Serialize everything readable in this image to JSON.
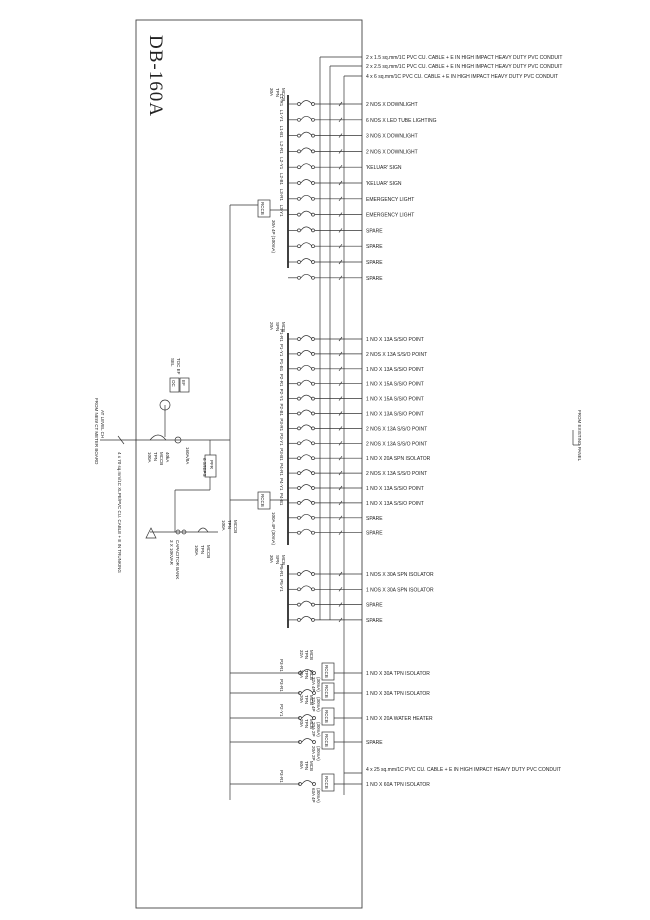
{
  "board": {
    "title": "DB-160A",
    "incomer_label": "4 x 70 sq.mm/1C XLPE/PVC CU. CABLE + E IN TRUNKING",
    "supply_from": [
      "FROM NEW CT METER BOARD",
      "AT LEVEL CH"
    ],
    "main_breaker": [
      "100A",
      "TPN",
      "MCCB",
      "40kA"
    ],
    "ct_label": "160A/8A",
    "meter_label": [
      "SEL",
      "DC",
      "EF",
      "TOC EF",
      "OC"
    ],
    "pfr_label": [
      "6 STEPS",
      "PFR"
    ],
    "capacitor_breaker": [
      "100A",
      "TPN",
      "MCCB"
    ],
    "capacitor_label": [
      "3 X 10KVAR",
      "CAPACITOR BANK"
    ],
    "existing_panel": "FROM EXISTING PANEL"
  },
  "conduit_notes": [
    "2 x 1.5 sq.mm/1C PVC CU. CABLE + E IN HIGH IMPACT HEAVY DUTY PVC CONDUIT",
    "2 x 2.5 sq.mm/1C PVC CU. CABLE + E IN HIGH IMPACT HEAVY DUTY PVC CONDUIT",
    "4 x 6 sq.mm/1C PVC CU. CABLE + E IN HIGH IMPACT HEAVY DUTY PVC CONDUIT"
  ],
  "group1": {
    "breaker": [
      "30A",
      "TPN",
      "MCCB"
    ],
    "rccb": "RCCB",
    "rccb_rating": "30A 4P (100mA)",
    "circuits": [
      {
        "ref": "L1-R1",
        "load": "2 NOS X DOWNLIGHT"
      },
      {
        "ref": "L1-Y1",
        "load": "6 NOS X LED TUBE LIGHTING"
      },
      {
        "ref": "L1-B1",
        "load": "3 NOS X DOWNLIGHT"
      },
      {
        "ref": "L2-R1",
        "load": "2 NOS X DOWNLIGHT"
      },
      {
        "ref": "L2-Y1",
        "load": "'KELUAR' SIGN"
      },
      {
        "ref": "L2-B1",
        "load": "'KELUAR' SIGN"
      },
      {
        "ref": "L3-R1",
        "load": "EMERGENCY LIGHT"
      },
      {
        "ref": "L3-Y1",
        "load": "EMERGENCY LIGHT"
      },
      {
        "ref": "",
        "load": "SPARE"
      },
      {
        "ref": "",
        "load": "SPARE"
      },
      {
        "ref": "",
        "load": "SPARE"
      },
      {
        "ref": "",
        "load": "SPARE"
      }
    ]
  },
  "group2": {
    "breaker": [
      "20A",
      "SPN",
      "MCB"
    ],
    "main": [
      "100A",
      "TPN",
      "MCCB"
    ],
    "rccb": "RCCB",
    "rccb_rating": "100A 4P (30mA)",
    "circuits": [
      {
        "ref": "P1-R1",
        "load": "1 NO X 13A S/S/O POINT"
      },
      {
        "ref": "P1-Y1",
        "load": "2 NOS X 13A S/S/O POINT"
      },
      {
        "ref": "P1-B1",
        "load": "1 NO X 13A S/S/O POINT"
      },
      {
        "ref": "P2-R1",
        "load": "1 NO X 15A S/S/O POINT"
      },
      {
        "ref": "P2-Y1",
        "load": "1 NO X 15A S/S/O POINT"
      },
      {
        "ref": "P2-B1",
        "load": "1 NO X 13A S/S/O POINT"
      },
      {
        "ref": "P3-R1",
        "load": "2 NOS X 13A S/S/O POINT"
      },
      {
        "ref": "P3-Y1",
        "load": "2 NOS X 13A S/S/O POINT"
      },
      {
        "ref": "P3-B1",
        "load": "1 NO X 20A SPN ISOLATOR"
      },
      {
        "ref": "P4-R1",
        "load": "2 NOS X 13A S/S/O POINT"
      },
      {
        "ref": "P4-Y1",
        "load": "1 NO X 13A S/S/O POINT"
      },
      {
        "ref": "P4-B1",
        "load": "1 NO X 13A S/S/O POINT"
      },
      {
        "ref": "",
        "load": "SPARE"
      },
      {
        "ref": "",
        "load": "SPARE"
      }
    ]
  },
  "group3": {
    "breaker": [
      "30A",
      "SPN",
      "MCB"
    ],
    "circuits": [
      {
        "ref": "P5-R1",
        "load": "1 NOS X 30A SPN ISOLATOR"
      },
      {
        "ref": "P5-Y1",
        "load": "1 NOS X 30A SPN ISOLATOR"
      },
      {
        "ref": "",
        "load": "SPARE"
      },
      {
        "ref": "",
        "load": "SPARE"
      }
    ]
  },
  "tpn_feeders": [
    {
      "ref": "P3-R1",
      "breaker": [
        "32A",
        "TPN",
        "MCB"
      ],
      "rccb": "RCCB",
      "rating": [
        "32A 4P",
        "(30mA)"
      ],
      "load": "1 NO X 30A TPN ISOLATOR"
    },
    {
      "ref": "P3-R1",
      "breaker": [
        "32A",
        "TPN",
        "MCB"
      ],
      "rccb": "RCCB",
      "rating": [
        "32A 4P",
        "(30mA)"
      ],
      "load": "1 NO X 30A TPN ISOLATOR"
    },
    {
      "ref": "P2-Y1",
      "breaker": [
        "20A",
        "TPN",
        "MCB"
      ],
      "rccb": "RCCB",
      "rating": [
        "20A 2P",
        "(30mA)"
      ],
      "load": "1 NO X 20A WATER HEATER"
    },
    {
      "ref": "",
      "breaker": [
        "20A",
        "TPN",
        "MCB"
      ],
      "rccb": "RCCB",
      "rating": [
        "20A 2P",
        "(30mA)"
      ],
      "load": "SPARE"
    }
  ],
  "last_feeder": {
    "note": "4 x 25 sq.mm/1C PVC CU. CABLE + E IN HIGH IMPACT HEAVY DUTY PVC CONDUIT",
    "ref": "P3-R1",
    "breaker": [
      "60A",
      "TPN",
      "MCB"
    ],
    "rccb": "RCCB",
    "rating": [
      "63A 4P",
      "(30mA)"
    ],
    "load": "1 NO X 60A TPN ISOLATOR"
  }
}
